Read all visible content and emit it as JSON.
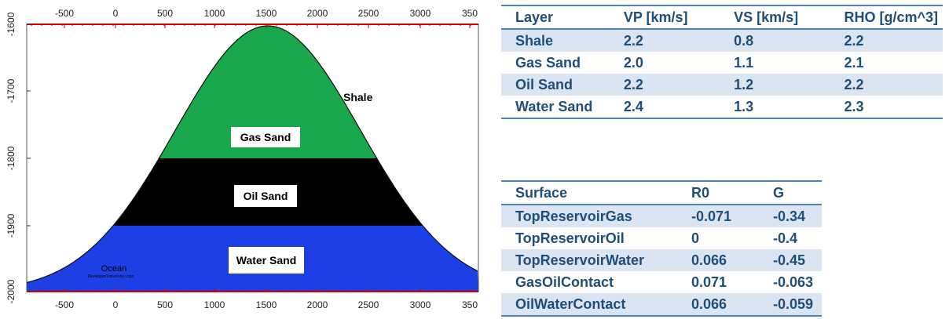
{
  "figure": {
    "x_ticks": [
      "-500",
      "0",
      "500",
      "1000",
      "1500",
      "2000",
      "2500",
      "3000",
      "350"
    ],
    "y_ticks": [
      "-1600",
      "-1700",
      "-1800",
      "-1900",
      "-2000"
    ],
    "labels": {
      "shale": "Shale",
      "gas_sand": "Gas Sand",
      "oil_sand": "Oil Sand",
      "water_sand": "Water Sand",
      "ocean": "Ocean",
      "ocean_credit": "Developer/University Logo"
    },
    "colors": {
      "gas_sand": "#1aa64b",
      "oil_sand": "#000000",
      "water_sand": "#1f3fe6",
      "axis_red": "#cc0000"
    }
  },
  "layer_table": {
    "headers": [
      "Layer",
      "VP [km/s]",
      "VS [km/s]",
      "RHO [g/cm^3]"
    ],
    "rows": [
      [
        "Shale",
        "2.2",
        "0.8",
        "2.2"
      ],
      [
        "Gas Sand",
        "2.0",
        "1.1",
        "2.1"
      ],
      [
        "Oil Sand",
        "2.2",
        "1.2",
        "2.2"
      ],
      [
        "Water Sand",
        "2.4",
        "1.3",
        "2.3"
      ]
    ]
  },
  "surface_table": {
    "headers": [
      "Surface",
      "R0",
      "G"
    ],
    "rows": [
      [
        "TopReservoirGas",
        "-0.071",
        "-0.34"
      ],
      [
        "TopReservoirOil",
        "0",
        "-0.4"
      ],
      [
        "TopReservoirWater",
        "0.066",
        "-0.45"
      ],
      [
        "GasOilContact",
        "0.071",
        "-0.063"
      ],
      [
        "OilWaterContact",
        "0.066",
        "-0.059"
      ]
    ]
  }
}
